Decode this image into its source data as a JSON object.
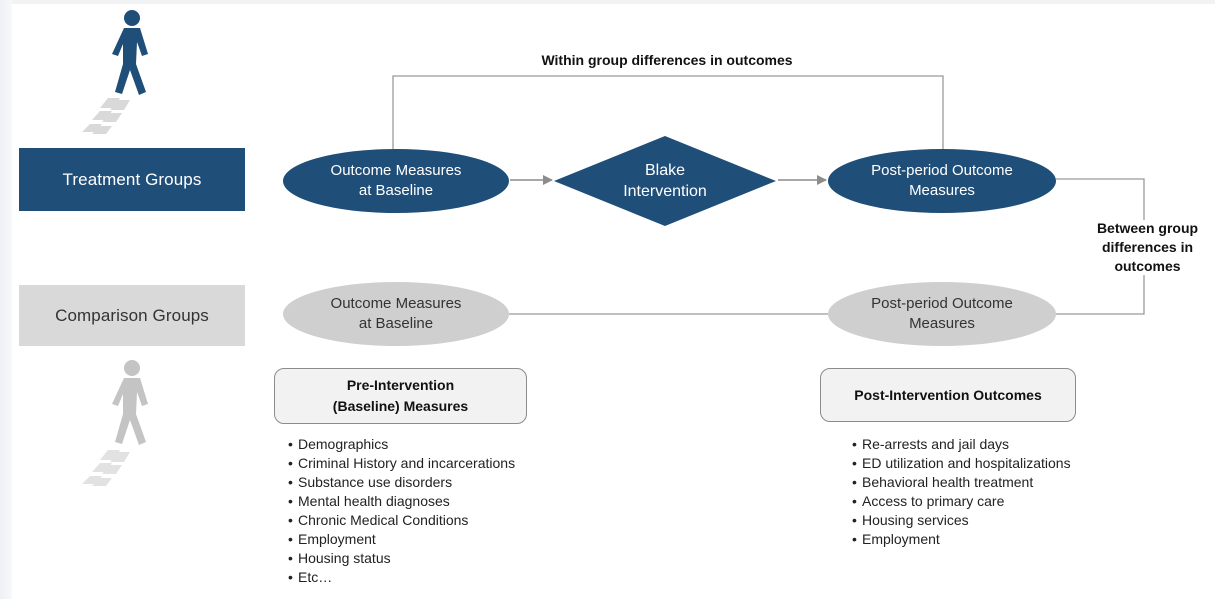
{
  "groups": {
    "treatment": "Treatment Groups",
    "comparison": "Comparison Groups"
  },
  "nodes": {
    "treatment_baseline": [
      "Outcome Measures",
      "at Baseline"
    ],
    "intervention": [
      "Blake",
      "Intervention"
    ],
    "treatment_post": [
      "Post-period Outcome",
      "Measures"
    ],
    "comparison_baseline": [
      "Outcome Measures",
      "at Baseline"
    ],
    "comparison_post": [
      "Post-period Outcome",
      "Measures"
    ]
  },
  "captions": {
    "within": "Within group differences in outcomes",
    "between": [
      "Between group",
      "differences in",
      "outcomes"
    ]
  },
  "phases": {
    "pre": [
      "Pre-Intervention",
      "(Baseline) Measures"
    ],
    "post": "Post-Intervention Outcomes"
  },
  "pre_measures": [
    "Demographics",
    "Criminal History and incarcerations",
    "Substance use disorders",
    "Mental health diagnoses",
    "Chronic Medical Conditions",
    "Employment",
    "Housing status",
    "Etc…"
  ],
  "post_outcomes": [
    "Re-arrests and jail days",
    "ED utilization and hospitalizations",
    "Behavioral health treatment",
    "Access to primary care",
    "Housing services",
    "Employment"
  ],
  "colors": {
    "treatment": "#1f4e79",
    "comparison": "#d9d9d9",
    "connector": "#8c8c8c"
  },
  "icons": {
    "treatment_person": "walking-person-icon",
    "comparison_person": "walking-person-icon"
  }
}
